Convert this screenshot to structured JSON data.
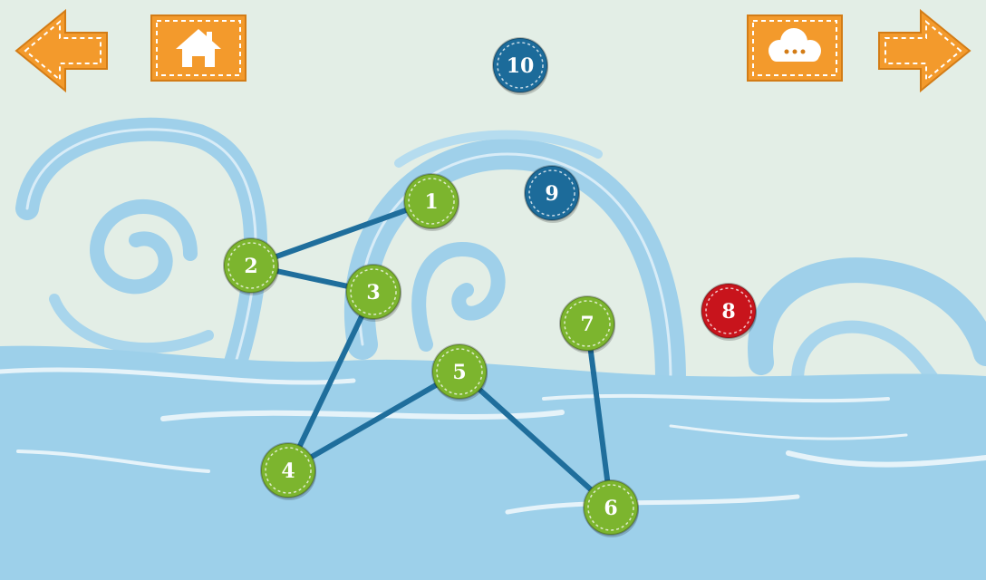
{
  "toolbar": {
    "back_icon": "arrow-left-icon",
    "home_icon": "house-icon",
    "hint_icon": "cloud-chat-icon",
    "next_icon": "arrow-right-icon",
    "button_color": "#f39a2c"
  },
  "game": {
    "colors": {
      "connected": "#7cb52e",
      "next_target": "#c8141c",
      "pending": "#1c6b9a",
      "line": "#1f6e9c"
    },
    "dots": [
      {
        "label": "1",
        "state": "connected"
      },
      {
        "label": "2",
        "state": "connected"
      },
      {
        "label": "3",
        "state": "connected"
      },
      {
        "label": "4",
        "state": "connected"
      },
      {
        "label": "5",
        "state": "connected"
      },
      {
        "label": "6",
        "state": "connected"
      },
      {
        "label": "7",
        "state": "connected"
      },
      {
        "label": "8",
        "state": "next_target"
      },
      {
        "label": "9",
        "state": "pending"
      },
      {
        "label": "10",
        "state": "pending"
      }
    ],
    "connected_count": 7
  }
}
